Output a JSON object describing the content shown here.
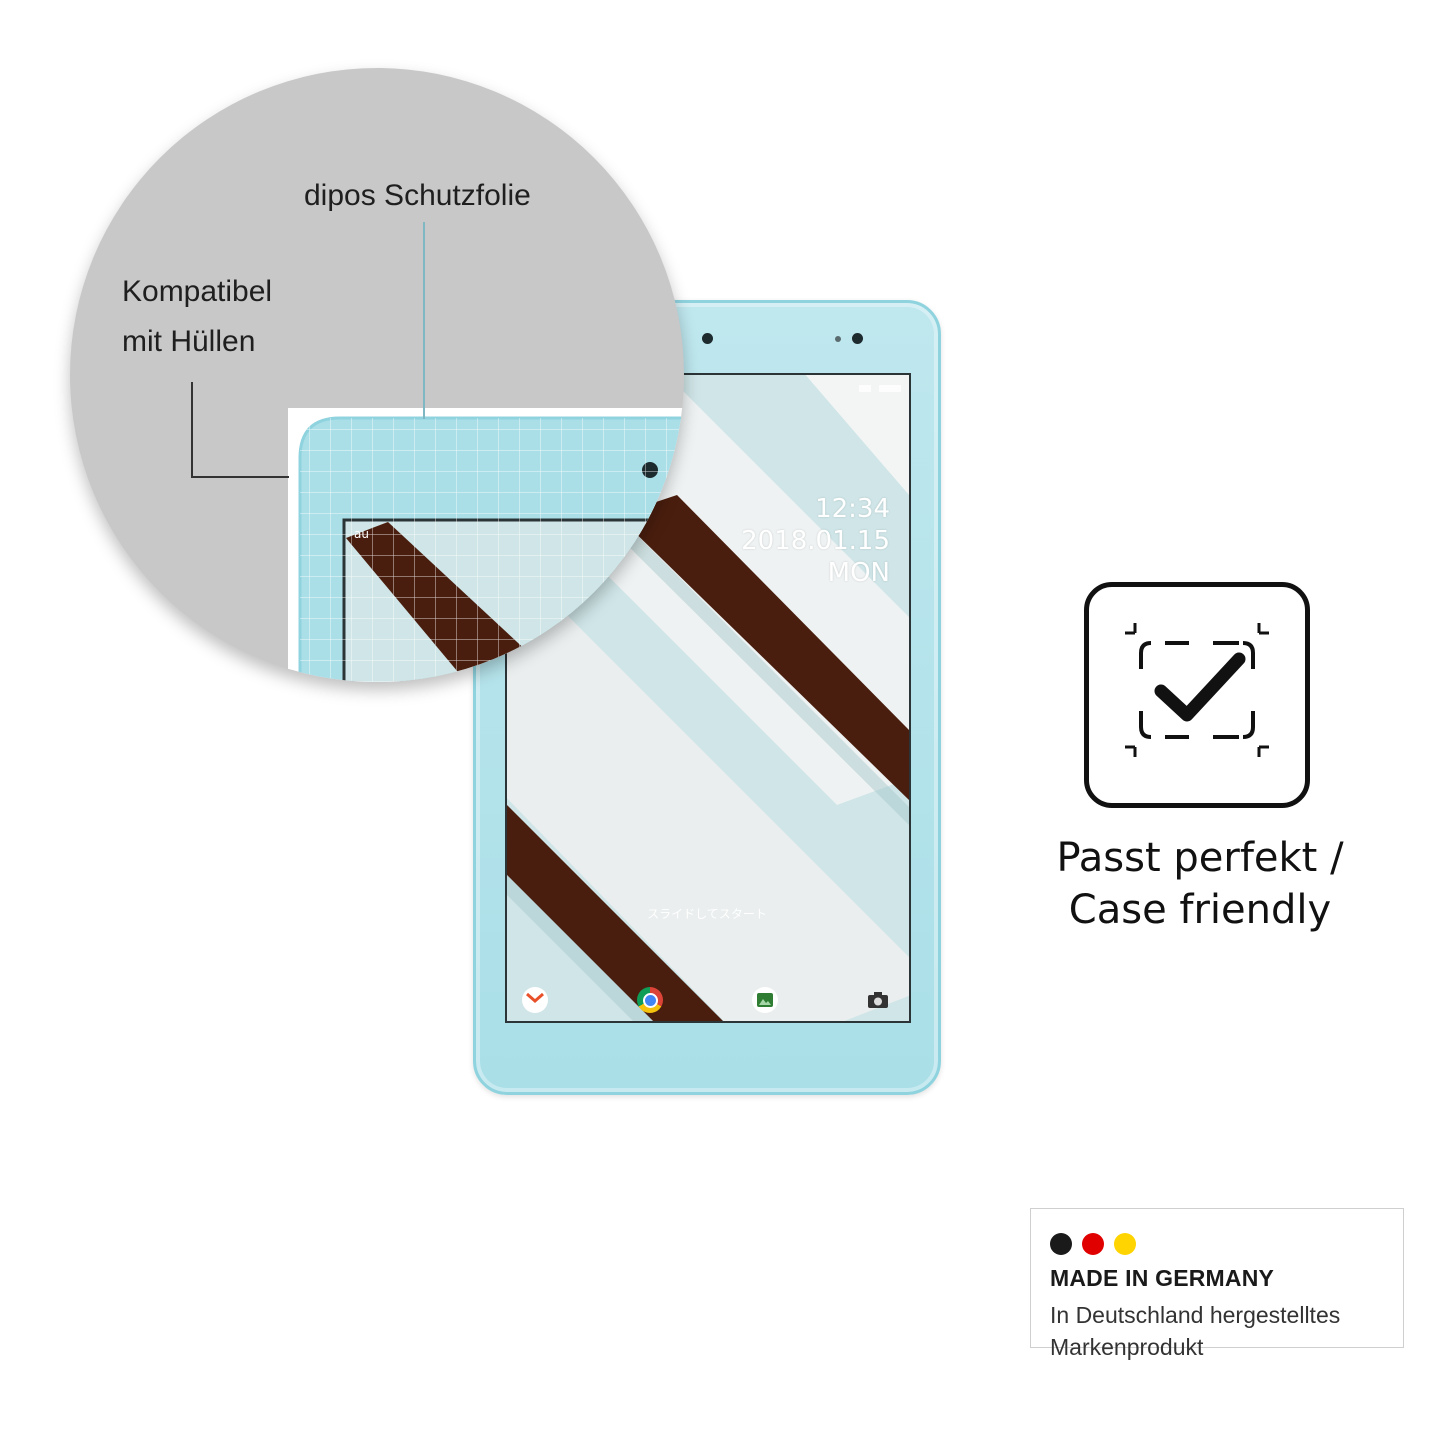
{
  "tablet": {
    "lockscreen": {
      "time": "12:34",
      "date": "2018.01.15",
      "weekday": "MON",
      "carrier": "au",
      "slide_hint": "スライドしてスタート"
    },
    "dock_icons": [
      "mail-icon",
      "chrome-icon",
      "gallery-icon",
      "camera-icon"
    ]
  },
  "zoom": {
    "label_protector": "dipos Schutzfolie",
    "label_compat_line1": "Kompatibel",
    "label_compat_line2": "mit Hüllen"
  },
  "feature": {
    "icon": "case-friendly-check-icon",
    "line1": "Passt perfekt /",
    "line2": "Case friendly"
  },
  "made_in_germany": {
    "title": "MADE IN GERMANY",
    "line1": "In Deutschland hergestelltes",
    "line2": "Markenprodukt",
    "dot_colors": [
      "#1a1a1a",
      "#e10000",
      "#ffd400"
    ]
  },
  "colors": {
    "tablet_body": "#aadfe8",
    "stripe_brown": "#4a1e0e",
    "circle_gray": "#c8c8c8"
  }
}
